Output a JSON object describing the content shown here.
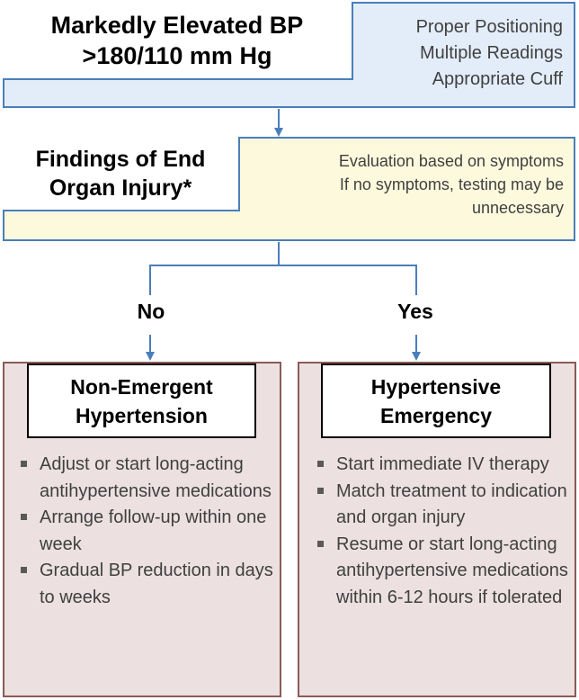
{
  "box1": {
    "title_lines": [
      "Markedly Elevated BP",
      ">180/110 mm Hg"
    ],
    "notes": [
      "Proper Positioning",
      "Multiple Readings",
      "Appropriate Cuff"
    ]
  },
  "box2": {
    "title_lines": [
      "Findings of End",
      "Organ Injury*"
    ],
    "notes": [
      "Evaluation based on symptoms",
      "If no symptoms, testing may be",
      "unnecessary"
    ]
  },
  "branches": {
    "no": "No",
    "yes": "Yes"
  },
  "box3": {
    "title_lines": [
      "Non-Emergent",
      "Hypertension"
    ],
    "bullets": [
      "Adjust or start long-acting antihypertensive medications",
      "Arrange follow-up within one week",
      "Gradual BP reduction in days to weeks"
    ]
  },
  "box4": {
    "title_lines": [
      "Hypertensive",
      "Emergency"
    ],
    "bullets": [
      "Start immediate IV therapy",
      "Match treatment to indication and organ injury",
      "Resume or start long-acting antihypertensive medications within 6-12 hours if tolerated"
    ]
  },
  "colors": {
    "connector": "#4a7ebb",
    "box1_fill": "#e3edf9",
    "box2_fill": "#fdf9dd",
    "outcome_fill": "#ece0e0",
    "outcome_border": "#8b5b57"
  }
}
